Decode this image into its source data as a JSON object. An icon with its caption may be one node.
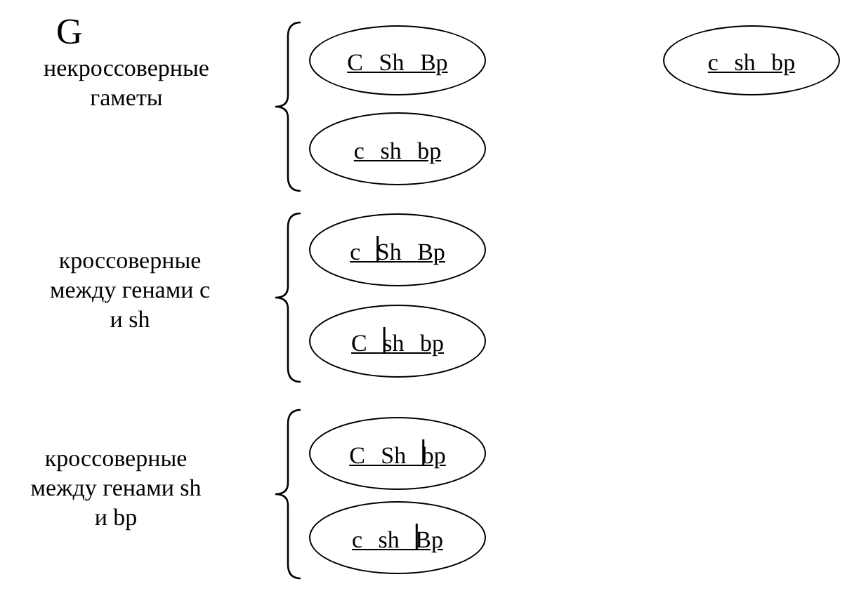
{
  "diagram": {
    "nodes": [
      {
        "text": [
          "C Sh Bp"
        ]
      },
      {
        "text": [
          "c sh bp"
        ]
      },
      {
        "text": [
          "c Sh Bp"
        ]
      },
      {
        "text": [
          "C sh bp"
        ]
      },
      {
        "text": [
          "C Sh bp"
        ]
      },
      {
        "text": [
          "c sh Bp"
        ]
      },
      {
        "text": [
          "c sh bp"
        ]
      }
    ],
    "labels": [
      "G",
      "некроссоверные гаметы",
      "кроссоверные между генами c и sh",
      "кроссоверные между генами sh и bp"
    ]
  }
}
